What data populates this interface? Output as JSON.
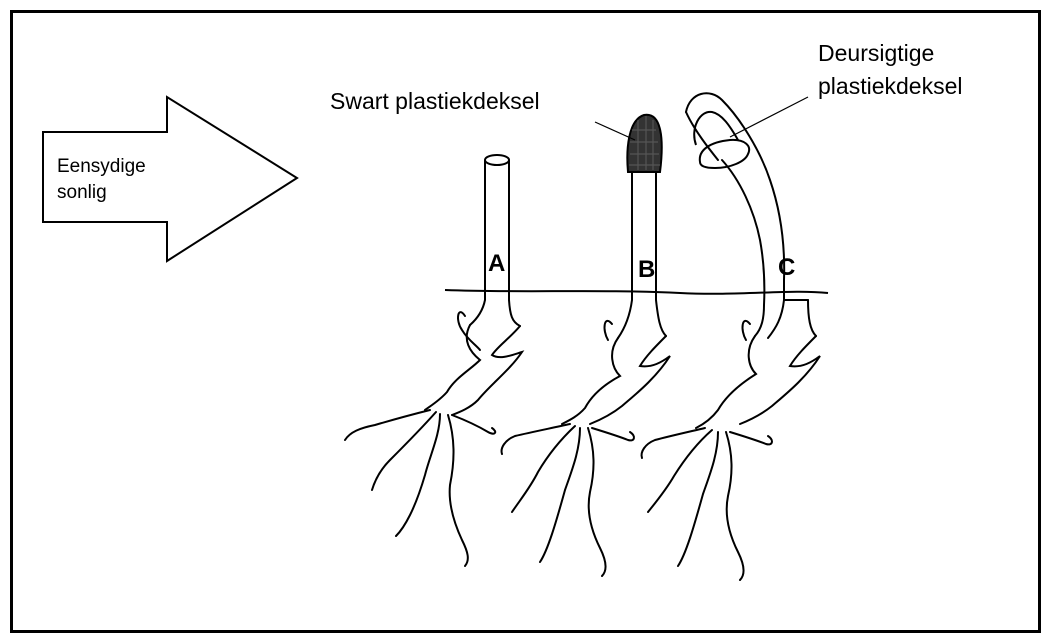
{
  "arrow": {
    "line1": "Eensydige",
    "line2": "sonlig"
  },
  "callouts": {
    "black_cover": "Swart plastiekdeksel",
    "clear_cover_line1": "Deursigtige",
    "clear_cover_line2": "plastiekdeksel"
  },
  "seedlings": {
    "a": "A",
    "b": "B",
    "c": "C"
  }
}
